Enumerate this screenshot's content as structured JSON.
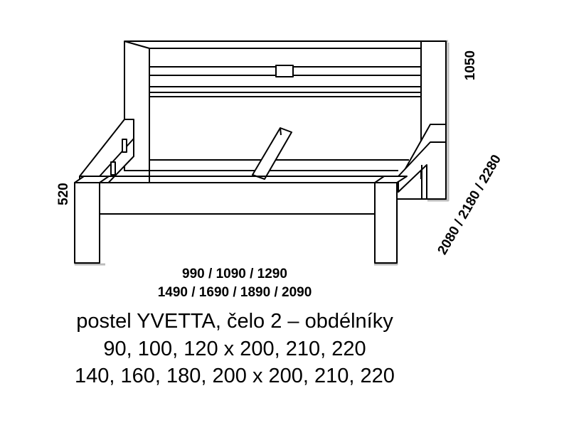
{
  "dimensions": {
    "height_headboard": "1050",
    "height_footboard": "520",
    "length": "2080 / 2180 / 2280",
    "width_line1": "990 / 1090 / 1290",
    "width_line2": "1490 / 1690 / 1890 / 2090"
  },
  "caption": {
    "line1": "postel YVETTA, čelo 2 – obdélníky",
    "line2": "90, 100, 120 x 200, 210, 220",
    "line3": "140, 160, 180, 200 x 200, 210, 220"
  },
  "colors": {
    "line": "#000000",
    "fill": "#ffffff",
    "shadow": "#bdbdbd"
  }
}
